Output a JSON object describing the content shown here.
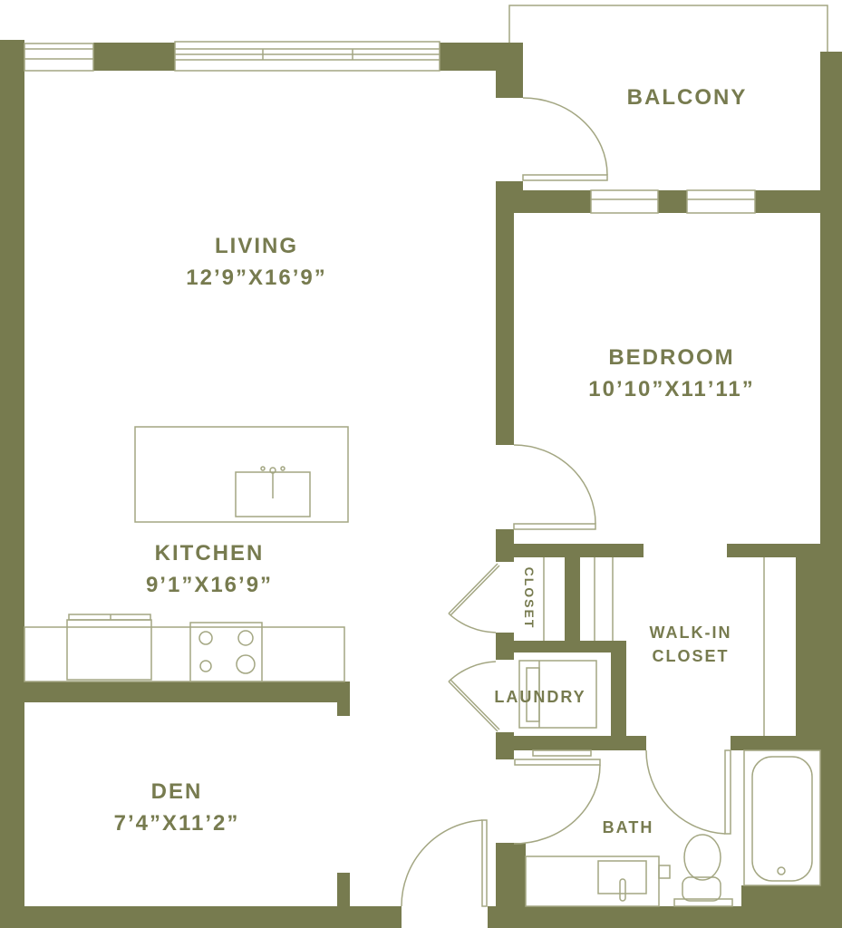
{
  "colors": {
    "wall": "#777b4f",
    "line": "#a3a682",
    "label": "#777b4f"
  },
  "rooms": {
    "balcony": {
      "name": "BALCONY"
    },
    "living": {
      "name": "LIVING",
      "size": "12’9”X16’9”"
    },
    "bedroom": {
      "name": "BEDROOM",
      "size": "10’10”X11’11”"
    },
    "kitchen": {
      "name": "KITCHEN",
      "size": "9’1”X16’9”"
    },
    "den": {
      "name": "DEN",
      "size": "7’4”X11’2”"
    },
    "closet": {
      "name": "CLOSET"
    },
    "walkin": {
      "name1": "WALK-IN",
      "name2": "CLOSET"
    },
    "laundry": {
      "name": "LAUNDRY"
    },
    "bath": {
      "name": "BATH"
    }
  }
}
